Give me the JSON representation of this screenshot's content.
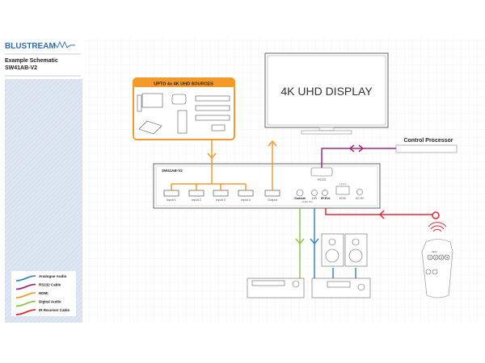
{
  "brand": {
    "logo_text": "BLUSTREAM"
  },
  "title": {
    "line1": "Example Schematic",
    "line2": "SW41AB-V2"
  },
  "display": {
    "label": "4K UHD DISPLAY"
  },
  "sources": {
    "header": "UPTO 4x 4K UHD SOURCES"
  },
  "switcher": {
    "model": "SW41AB-V2",
    "ports": {
      "input1": "Input 1",
      "input2": "Input 2",
      "input3": "Input 3",
      "input4": "Input 4",
      "output": "Output",
      "coaxial": "Coaxial",
      "lr": "L/R",
      "audio_out": "Audio Out",
      "ir_ext": "IR Ext.",
      "edid": "EDID",
      "dc": "DC 5V",
      "rs232": "RS232",
      "edid_pins": "1 2 3 4"
    }
  },
  "control_processor": {
    "label": "Control Processor"
  },
  "remote": {
    "buttons": [
      "1",
      "2",
      "3",
      "4"
    ],
    "top_label": "Input"
  },
  "legend": [
    {
      "label": "Analogue Audio",
      "color": "#3a86c8"
    },
    {
      "label": "RS232 Cable",
      "color": "#a0287a"
    },
    {
      "label": "HDMI",
      "color": "#f39a2b"
    },
    {
      "label": "Digital Audio",
      "color": "#8cc63f"
    },
    {
      "label": "IR Receiver Cable",
      "color": "#e0283a"
    }
  ],
  "colors": {
    "hdmi": "#f39a2b",
    "rs232": "#a0287a",
    "digital": "#8cc63f",
    "analogue": "#3a86c8",
    "ir": "#e0283a",
    "brand": "#2a6fb5"
  }
}
